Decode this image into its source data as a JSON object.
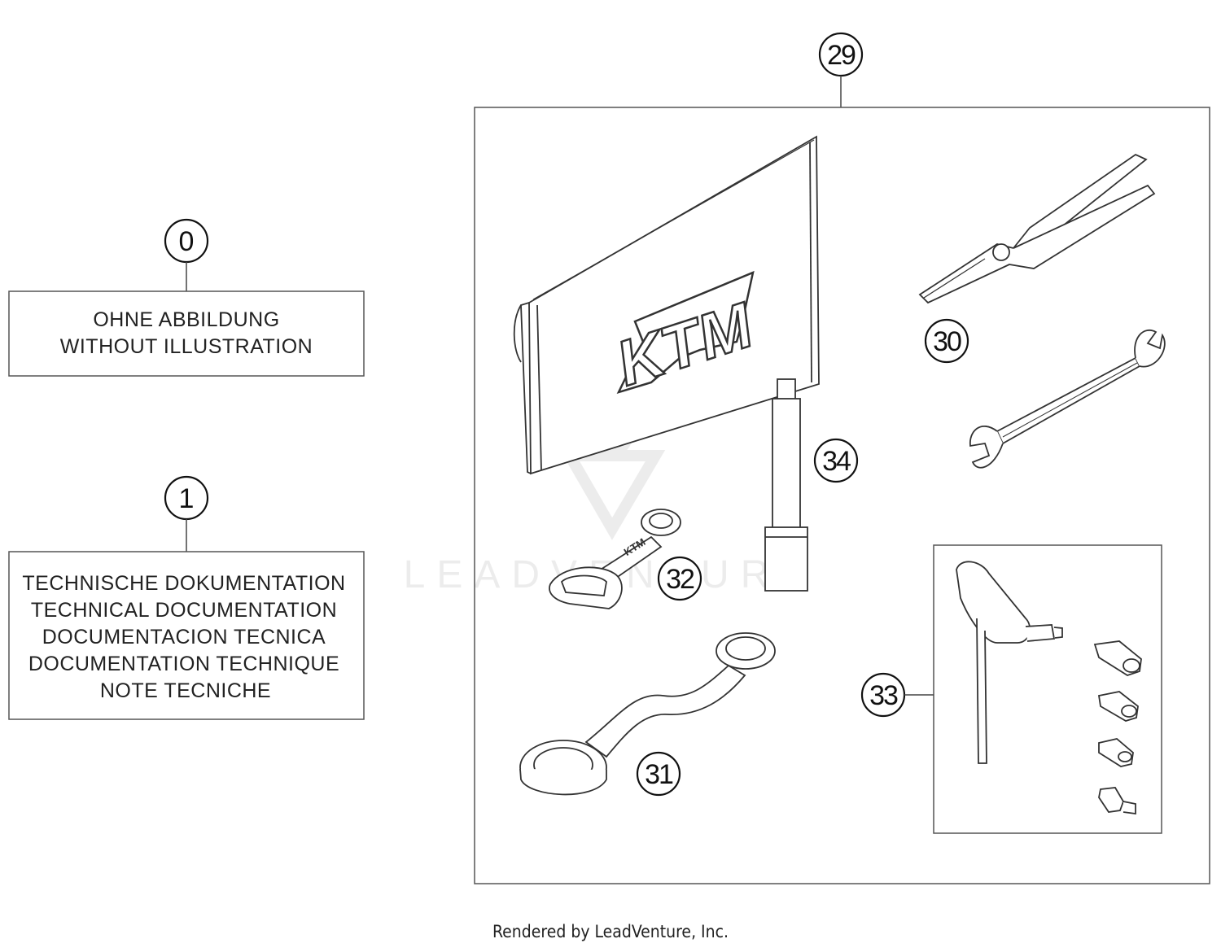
{
  "callouts": {
    "c0": "0",
    "c1": "1",
    "c29": "29",
    "c30": "30",
    "c31": "31",
    "c32": "32",
    "c33": "33",
    "c34": "34"
  },
  "boxes": {
    "no_illustration": {
      "lines": [
        "OHNE ABBILDUNG",
        "WITHOUT ILLUSTRATION"
      ]
    },
    "technical_documentation": {
      "lines": [
        "TECHNISCHE DOKUMENTATION",
        "TECHNICAL DOCUMENTATION",
        "DOCUMENTACION TECNICA",
        "DOCUMENTATION TECHNIQUE",
        "NOTE TECNICHE"
      ]
    }
  },
  "logos": {
    "pouch": "KTM",
    "wrench32": "KTM",
    "watermark": "LEADVENTURE"
  },
  "footer": {
    "credit": "Rendered by LeadVenture, Inc."
  }
}
